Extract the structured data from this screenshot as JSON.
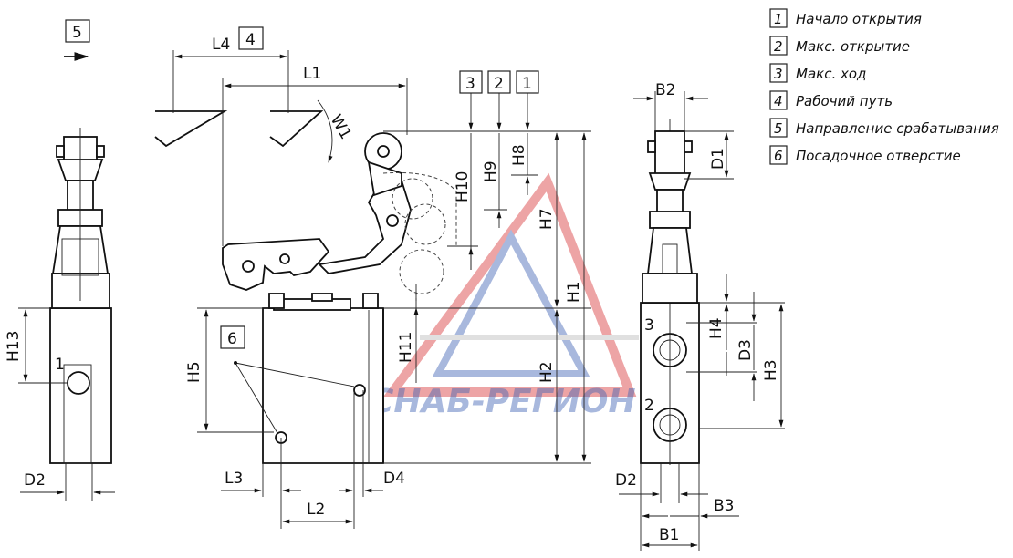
{
  "legend": [
    {
      "num": "1",
      "text": "Начало открытия"
    },
    {
      "num": "2",
      "text": "Макс. открытие"
    },
    {
      "num": "3",
      "text": "Макс. ход"
    },
    {
      "num": "4",
      "text": "Рабочий путь"
    },
    {
      "num": "5",
      "text": "Направление срабатывания"
    },
    {
      "num": "6",
      "text": "Посадочное отверстие"
    }
  ],
  "callouts": {
    "five": "5",
    "four": "4",
    "six": "6",
    "one": "1",
    "two": "2",
    "three": "3"
  },
  "dims": {
    "L4": "L4",
    "L1": "L1",
    "L2": "L2",
    "L3": "L3",
    "D2_left": "D2",
    "D2_right": "D2",
    "D4": "D4",
    "D3": "D3",
    "D1": "D1",
    "H1": "H1",
    "H2": "H2",
    "H3": "H3",
    "H4": "H4",
    "H5": "H5",
    "H7": "H7",
    "H8": "H8",
    "H9": "H9",
    "H10": "H10",
    "H11": "H11",
    "H13": "H13",
    "W1": "W1",
    "B1": "B1",
    "B2": "B2",
    "B3": "B3"
  },
  "port_labels": {
    "side_left": "1",
    "right_upper": "3",
    "right_lower": "2"
  },
  "watermark": {
    "text": "СНАБ-РЕГИОН",
    "color": "#3f63b4",
    "accent": "#d9373a"
  }
}
